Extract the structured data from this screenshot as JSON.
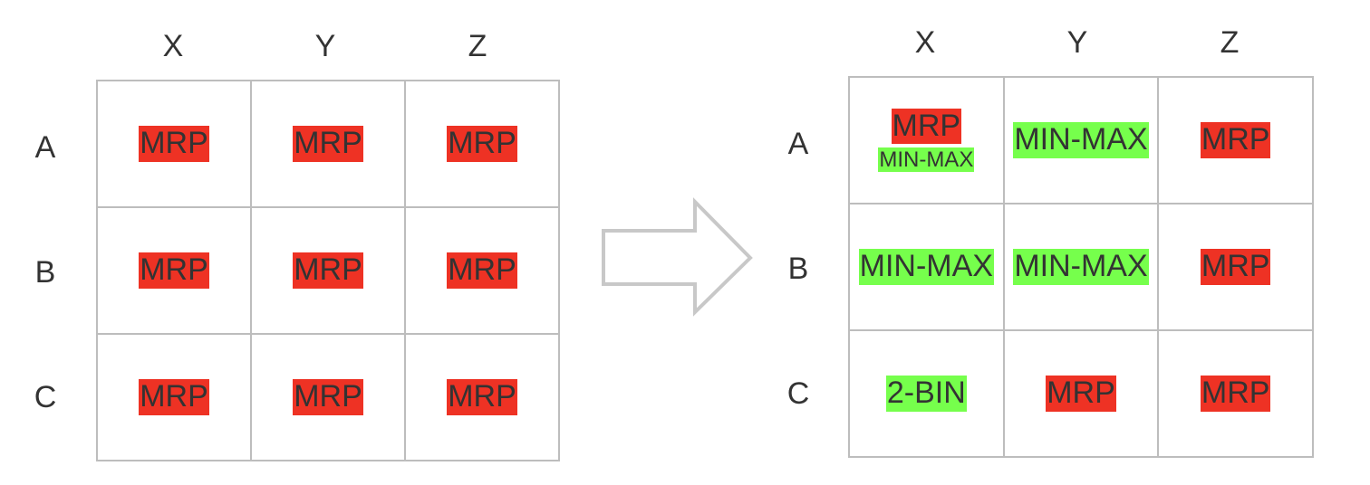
{
  "colors": {
    "mrp": "#ee3224",
    "min_max": "#76ff4c",
    "two_bin": "#76ff4c",
    "grid_line": "#bdbdbd",
    "arrow": "#c8c8c8"
  },
  "left_matrix": {
    "columns": [
      "X",
      "Y",
      "Z"
    ],
    "rows": [
      "A",
      "B",
      "C"
    ],
    "cells": [
      [
        [
          "MRP"
        ],
        [
          "MRP"
        ],
        [
          "MRP"
        ]
      ],
      [
        [
          "MRP"
        ],
        [
          "MRP"
        ],
        [
          "MRP"
        ]
      ],
      [
        [
          "MRP"
        ],
        [
          "MRP"
        ],
        [
          "MRP"
        ]
      ]
    ]
  },
  "right_matrix": {
    "columns": [
      "X",
      "Y",
      "Z"
    ],
    "rows": [
      "A",
      "B",
      "C"
    ],
    "cells": [
      [
        [
          "MRP",
          "MIN-MAX"
        ],
        [
          "MIN-MAX"
        ],
        [
          "MRP"
        ]
      ],
      [
        [
          "MIN-MAX"
        ],
        [
          "MIN-MAX"
        ],
        [
          "MRP"
        ]
      ],
      [
        [
          "2-BIN"
        ],
        [
          "MRP"
        ],
        [
          "MRP"
        ]
      ]
    ]
  }
}
